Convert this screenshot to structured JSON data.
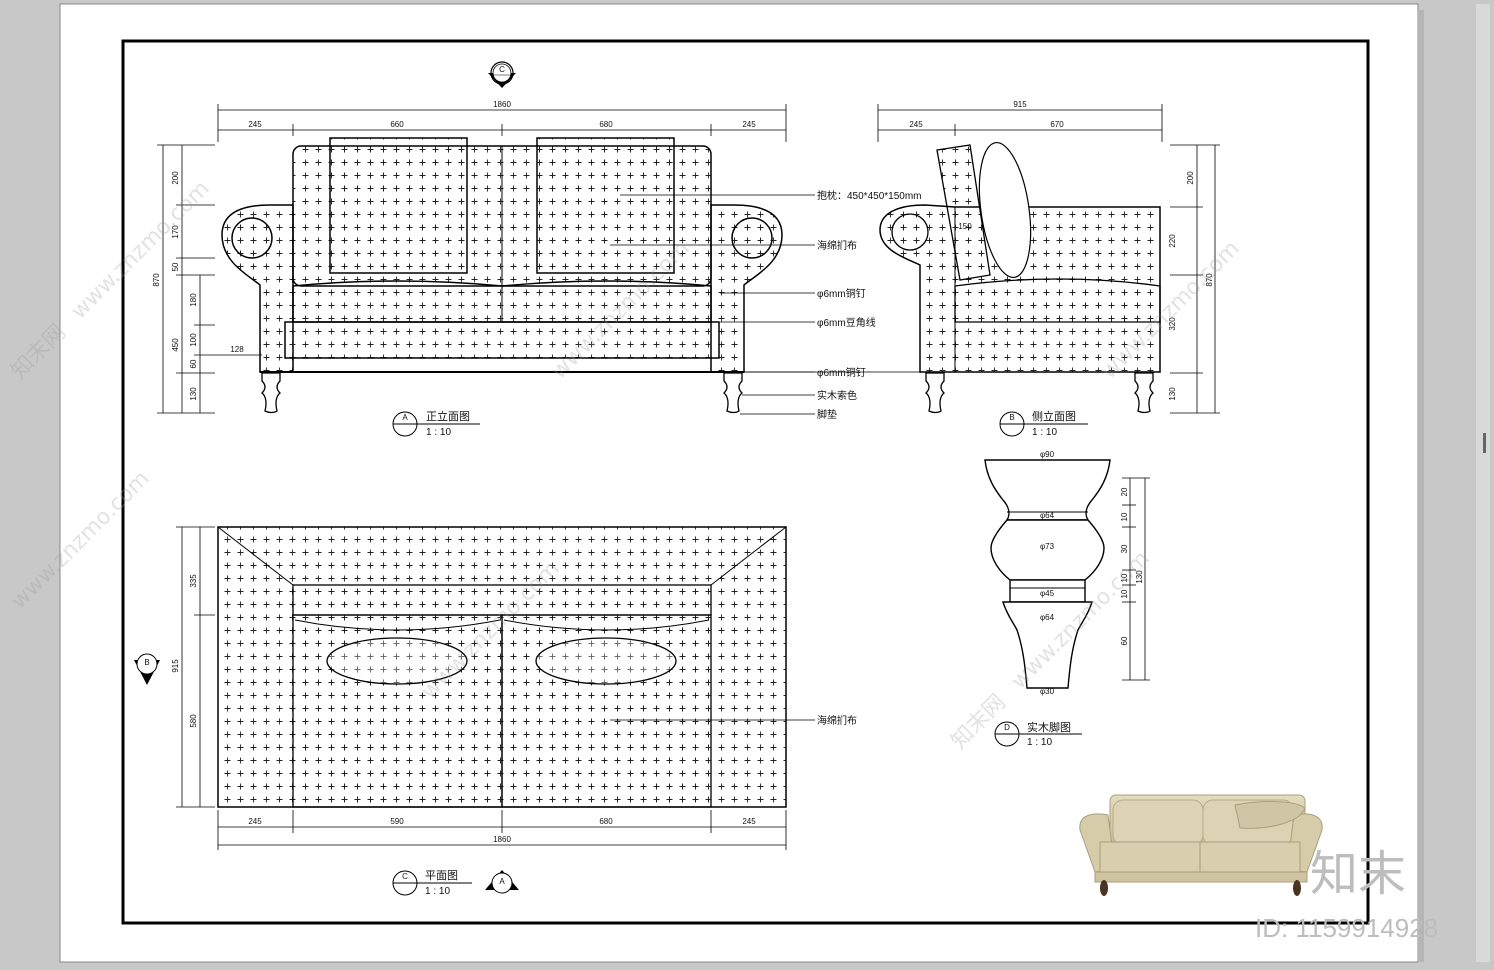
{
  "front": {
    "dims_top": [
      "1860",
      "245",
      "660",
      "680",
      "245"
    ],
    "dims_left": [
      "200",
      "170",
      "50",
      "870",
      "180",
      "100",
      "450",
      "60",
      "130",
      "128"
    ],
    "title": "正立面图",
    "scale": "1 : 10",
    "mark": "A",
    "section_mark": "C"
  },
  "side": {
    "dims_top": [
      "915",
      "245",
      "670"
    ],
    "dims_right": [
      "200",
      "220",
      "870",
      "320",
      "130"
    ],
    "dim_pillow": "150",
    "title": "侧立面图",
    "scale": "1 : 10",
    "mark": "B"
  },
  "plan": {
    "dims_bottom": [
      "245",
      "590",
      "680",
      "245",
      "1860"
    ],
    "dims_left": [
      "335",
      "915",
      "580"
    ],
    "title": "平面图",
    "scale": "1 : 10",
    "mark": "C",
    "section_mark_left": "B",
    "section_mark_bottom": "A"
  },
  "leg": {
    "diameters": [
      "φ90",
      "φ64",
      "φ73",
      "φ45",
      "φ64",
      "φ30"
    ],
    "dims_right": [
      "20",
      "10",
      "30",
      "10",
      "130",
      "10",
      "60"
    ],
    "title": "实木脚图",
    "scale": "1 : 10",
    "mark": "D"
  },
  "callouts": {
    "pillow": "抱枕：450*450*150mm",
    "sponge": "海绵扪布",
    "nail1": "φ6mm铜钉",
    "piping": "φ6mm豆角线",
    "nail2": "φ6mm铜钉",
    "wood": "实木索色",
    "pad": "脚垫",
    "sponge_plan": "海绵扪布"
  },
  "watermark": {
    "url": "www.znzmo.com",
    "brand": "知末网",
    "logo": "知末",
    "id": "ID: 1159914928"
  }
}
